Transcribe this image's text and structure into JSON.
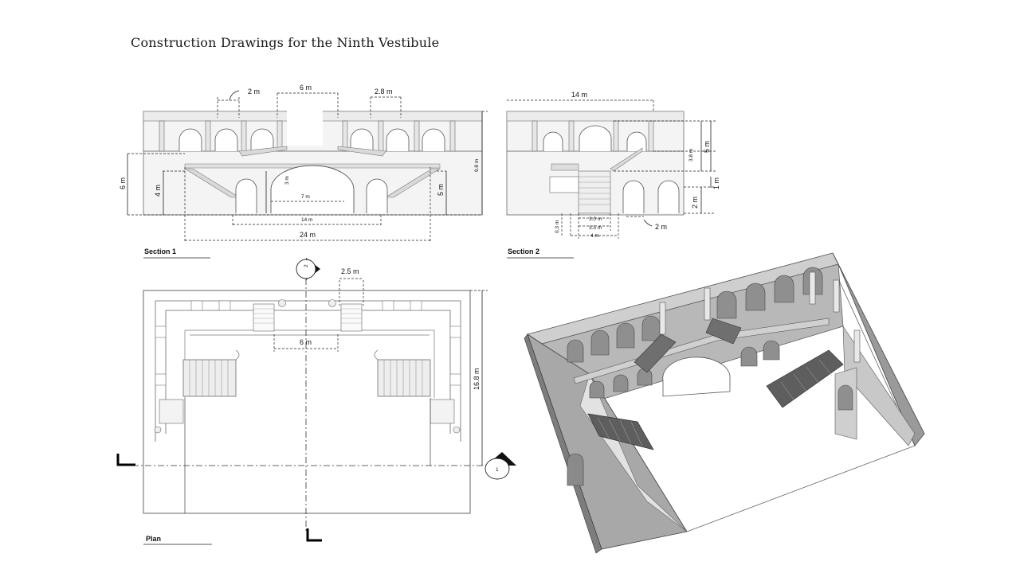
{
  "title": "Construction Drawings  for the Ninth Vestibule",
  "views": {
    "section1": {
      "label": "Section 1",
      "dims": {
        "d2m": "2 m",
        "d6m_top": "6 m",
        "d2_8m": "2.8 m",
        "d6m_left": "6 m",
        "d4m": "4 m",
        "d3m": "3 m",
        "d7m": "7 m",
        "d5m": "5 m",
        "d9_8m": "9.8 m",
        "d14m": "14 m",
        "d24m": "24 m"
      }
    },
    "section2": {
      "label": "Section 2",
      "dims": {
        "d14m": "14 m",
        "d3_8m": "3.8 m",
        "d5m": "5 m",
        "d1m": "1 m",
        "d2m_v": "2 m",
        "d0_3m": "0.3 m",
        "d3_0m": "3.0 m",
        "d3_5m": "3.5 m",
        "d4m": "4 m",
        "d2m_h": "2 m"
      }
    },
    "plan": {
      "label": "Plan",
      "dims": {
        "d2_5m": "2.5 m",
        "d6m": "6 m",
        "d16_8m": "16.8 m"
      },
      "markers": {
        "section2": "2",
        "section1": "1"
      }
    }
  }
}
